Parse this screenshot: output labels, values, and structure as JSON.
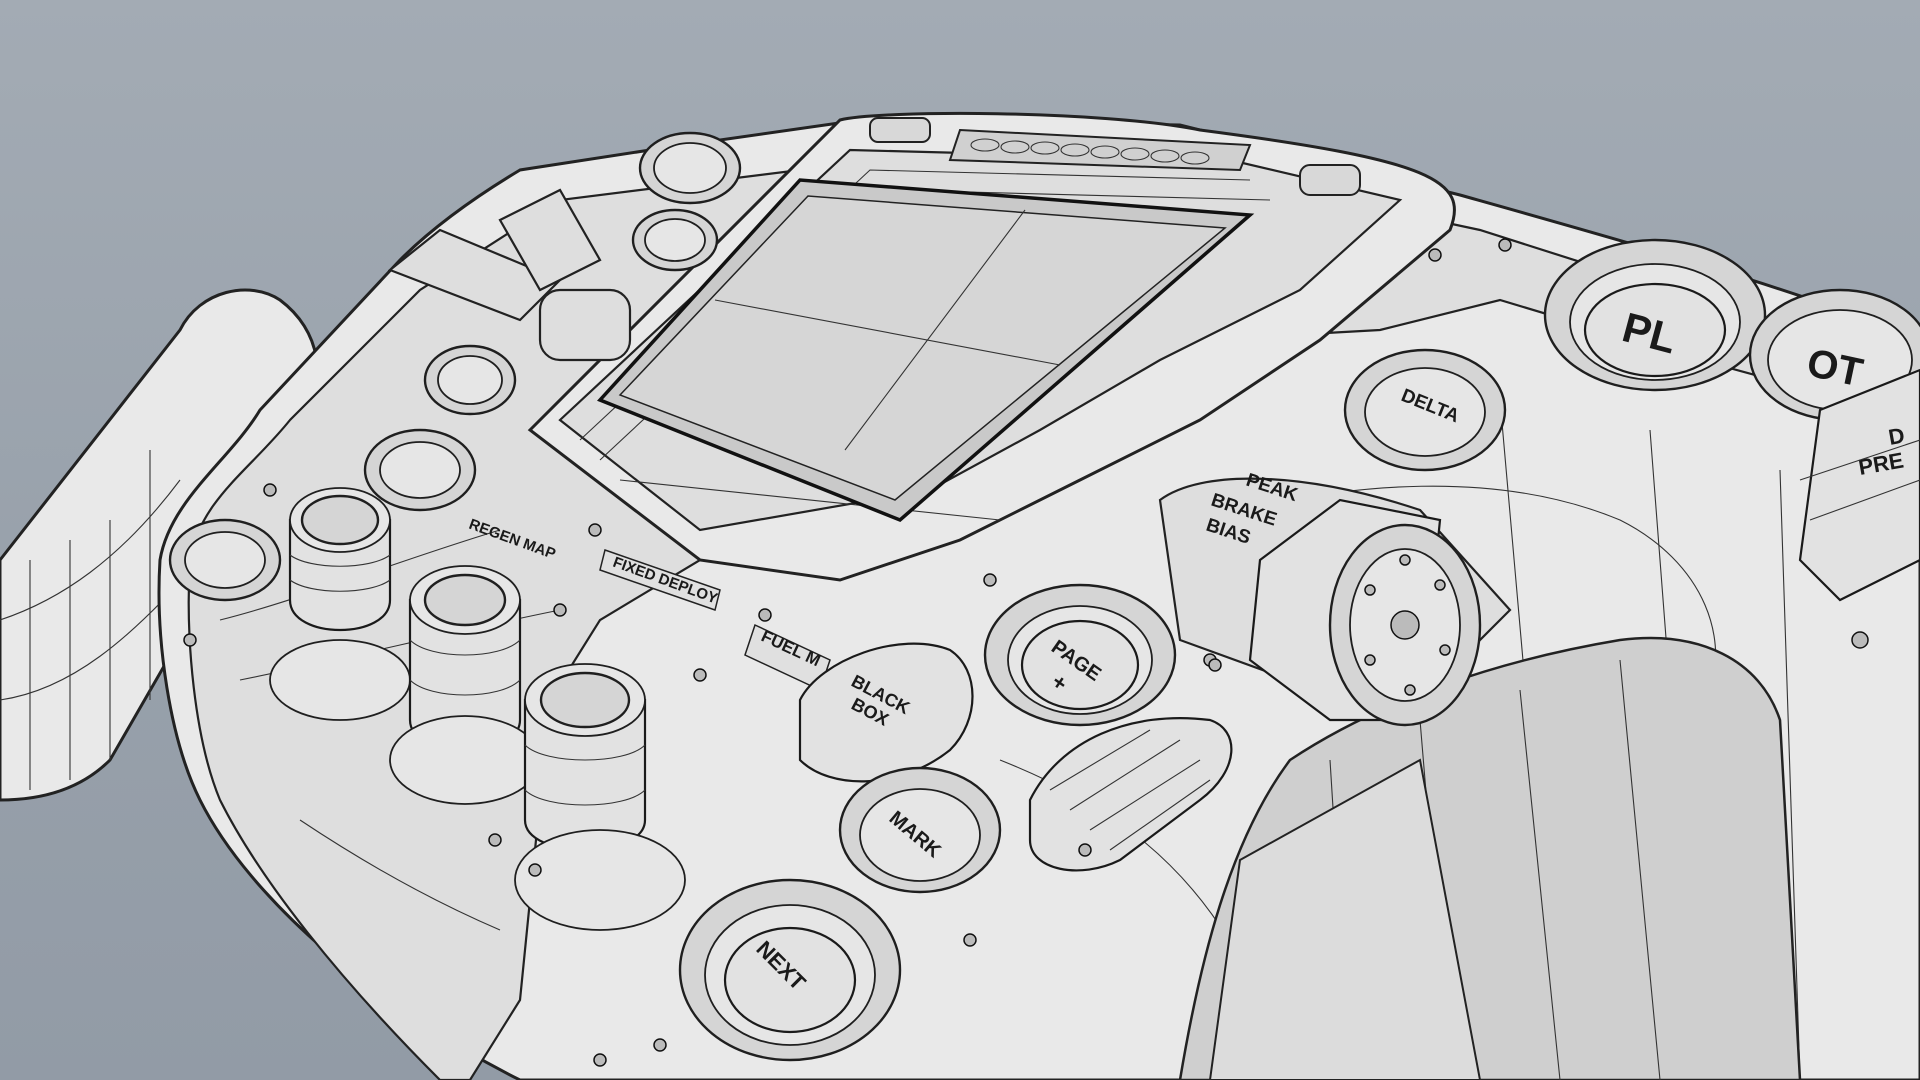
{
  "labels": {
    "regen_map": "REGEN MAP",
    "fixed_deploy": "FIXED DEPLOY",
    "fuel_map": "FUEL M",
    "black_box_line1": "BLACK",
    "black_box_line2": "BOX",
    "page_line1": "PAGE",
    "page_line2": "+",
    "mark": "MARK",
    "next": "NEXT",
    "delta": "DELTA",
    "pl": "PL",
    "ot": "OT",
    "peak_line1": "PEAK",
    "peak_line2": "BRAKE",
    "peak_line3": "BIAS",
    "right_edge_line1": "D",
    "right_edge_line2": "PRE"
  },
  "colors": {
    "background": "#9aa3ad",
    "body": "#e9e9e9",
    "outline": "#222222"
  }
}
